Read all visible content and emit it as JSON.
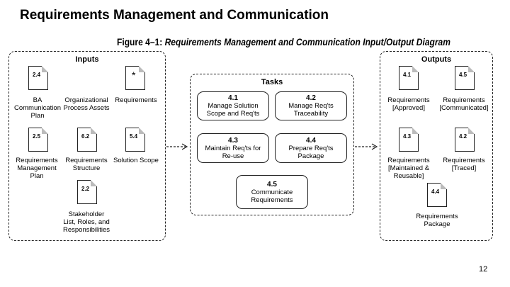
{
  "slide": {
    "title": "Requirements Management and Communication",
    "page_number": "12"
  },
  "figure": {
    "number": "Figure 4–1:",
    "caption": "Requirements Management and Communication Input/Output Diagram"
  },
  "inputs": {
    "heading": "Inputs",
    "items": [
      {
        "num": "2.4",
        "label": "BA\nCommunication\nPlan"
      },
      {
        "num": "",
        "label": "Organizational\nProcess Assets"
      },
      {
        "num": "*",
        "label": "Requirements"
      },
      {
        "num": "2.5",
        "label": "Requirements\nManagement\nPlan"
      },
      {
        "num": "6.2",
        "label": "Requirements\nStructure"
      },
      {
        "num": "5.4",
        "label": "Solution Scope"
      },
      {
        "num": "2.2",
        "label": "Stakeholder\nList, Roles, and\nResponsibilities"
      }
    ]
  },
  "tasks": {
    "heading": "Tasks",
    "items": [
      {
        "num": "4.1",
        "title": "Manage Solution\nScope and Req'ts"
      },
      {
        "num": "4.2",
        "title": "Manage Req'ts\nTraceability"
      },
      {
        "num": "4.3",
        "title": "Maintain Req'ts for\nRe-use"
      },
      {
        "num": "4.4",
        "title": "Prepare Req'ts\nPackage"
      },
      {
        "num": "4.5",
        "title": "Communicate\nRequirements"
      }
    ]
  },
  "outputs": {
    "heading": "Outputs",
    "items": [
      {
        "num": "4.1",
        "label": "Requirements\n[Approved]"
      },
      {
        "num": "4.5",
        "label": "Requirements\n[Communicated]"
      },
      {
        "num": "4.3",
        "label": "Requirements\n[Maintained &\nReusable]"
      },
      {
        "num": "4.2",
        "label": "Requirements\n[Traced]"
      },
      {
        "num": "4.4",
        "label": "Requirements\nPackage"
      }
    ]
  }
}
